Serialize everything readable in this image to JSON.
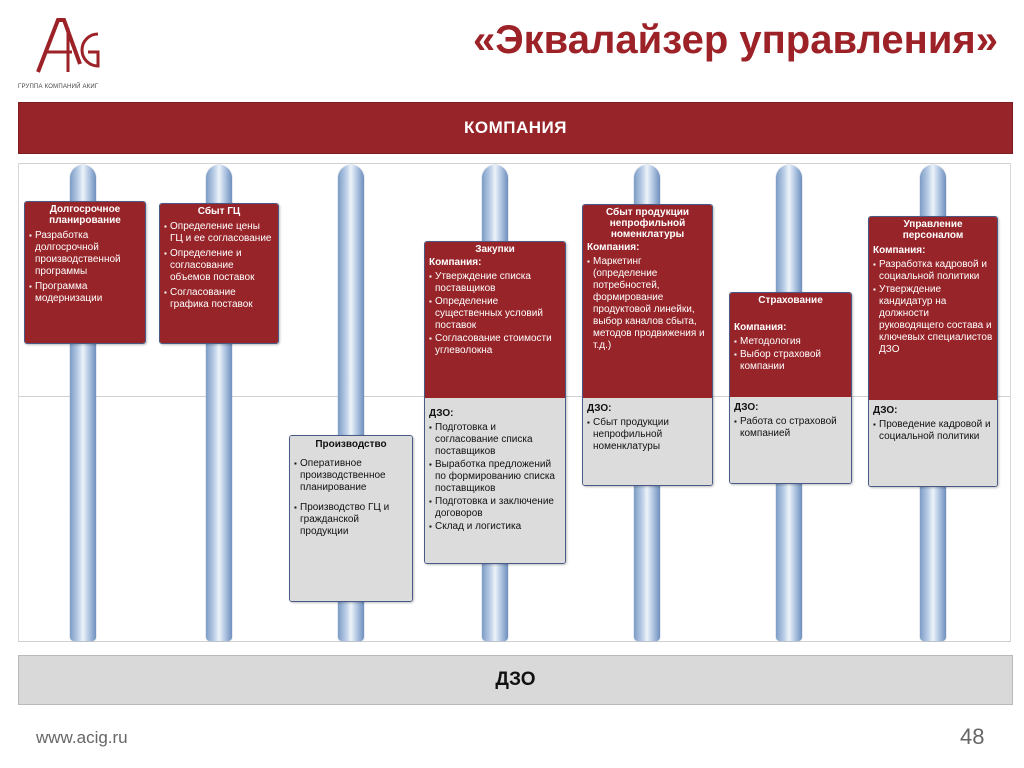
{
  "header": {
    "logo_text": "ACIG",
    "logo_caption": "ГРУППА КОМПАНИЙ АКИГ",
    "title": "«Эквалайзер управления»"
  },
  "bands": {
    "company": "КОМПАНИЯ",
    "dzo": "ДЗО"
  },
  "colors": {
    "accent_red": "#962429",
    "title_red": "#9c2228",
    "pillar_blue": "#8fa9d1",
    "grey_band": "#d9d9d9"
  },
  "cards": {
    "longterm": {
      "title": "Долгосрочное планирование",
      "items": [
        "Разработка долгосрочной производственной программы",
        "Программа модернизации"
      ]
    },
    "sales_gc": {
      "title": "Сбыт ГЦ",
      "items": [
        "Определение цены ГЦ и ее согласование",
        "Определение и согласование объемов поставок",
        "Согласование графика поставок"
      ]
    },
    "production": {
      "title": "Производство",
      "items": [
        "Оперативное производственное планирование",
        "Производство ГЦ и гражданской продукции"
      ]
    },
    "purchasing": {
      "title": "Закупки",
      "company_label": "Компания:",
      "company_items": [
        "Утверждение списка поставщиков",
        "Определение существенных условий поставок",
        "Согласование стоимости углеволокна"
      ],
      "dzo_label": "ДЗО:",
      "dzo_items": [
        "Подготовка и согласование списка поставщиков",
        "Выработка предложений по формированию списка поставщиков",
        "Подготовка и заключение договоров",
        "Склад и логистика"
      ]
    },
    "noncore": {
      "title": "Сбыт продукции непрофильной номенклатуры",
      "company_label": "Компания:",
      "company_items": [
        "Маркетинг (определение потребностей, формирование продуктовой линейки, выбор каналов сбыта, методов продвижения и т.д.)"
      ],
      "dzo_label": "ДЗО:",
      "dzo_items": [
        "Сбыт продукции непрофильной номенклатуры"
      ]
    },
    "insurance": {
      "title": "Страхование",
      "company_label": "Компания:",
      "company_items": [
        "Методология",
        "Выбор страховой компании"
      ],
      "dzo_label": "ДЗО:",
      "dzo_items": [
        "Работа со страховой компанией"
      ]
    },
    "hr": {
      "title": "Управление персоналом",
      "company_label": "Компания:",
      "company_items": [
        "Разработка кадровой и социальной политики",
        "Утверждение кандидатур на должности руководящего состава и ключевых специалистов ДЗО"
      ],
      "dzo_label": "ДЗО:",
      "dzo_items": [
        "Проведение кадровой и социальной политики"
      ]
    }
  },
  "footer": {
    "url": "www.acig.ru",
    "page": "48"
  }
}
